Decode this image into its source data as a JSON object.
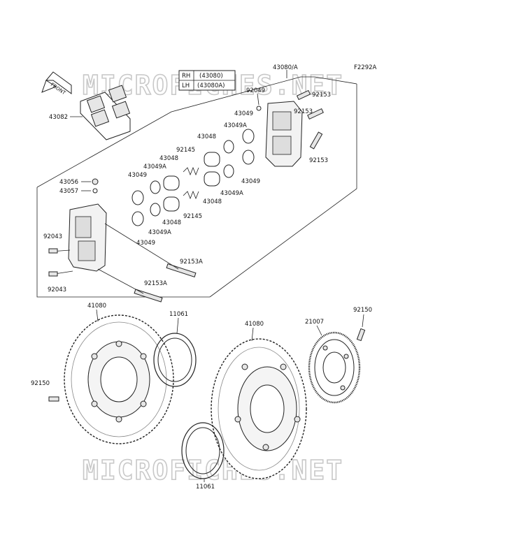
{
  "watermark": "MICROFICHES.NET",
  "figure_code": "F2292A",
  "front_arrow": "FRONT",
  "legend": {
    "rh_side": "RH",
    "rh_part": "(43080)",
    "lh_side": "LH",
    "lh_part": "(43080A)"
  },
  "labels": {
    "caliper_assy": "43080/A",
    "pads": "43082",
    "bleeder_cap": "43056",
    "bleeder": "43057",
    "seal_a": "43049",
    "seal_b": "43049A",
    "piston": "43048",
    "spring": "92145",
    "ring": "92049",
    "bolt": "92153",
    "bolt_a": "92153A",
    "screw": "92043",
    "disc": "41080",
    "gasket": "11061",
    "rotor_sensor": "21007",
    "disc_bolt": "92150"
  }
}
